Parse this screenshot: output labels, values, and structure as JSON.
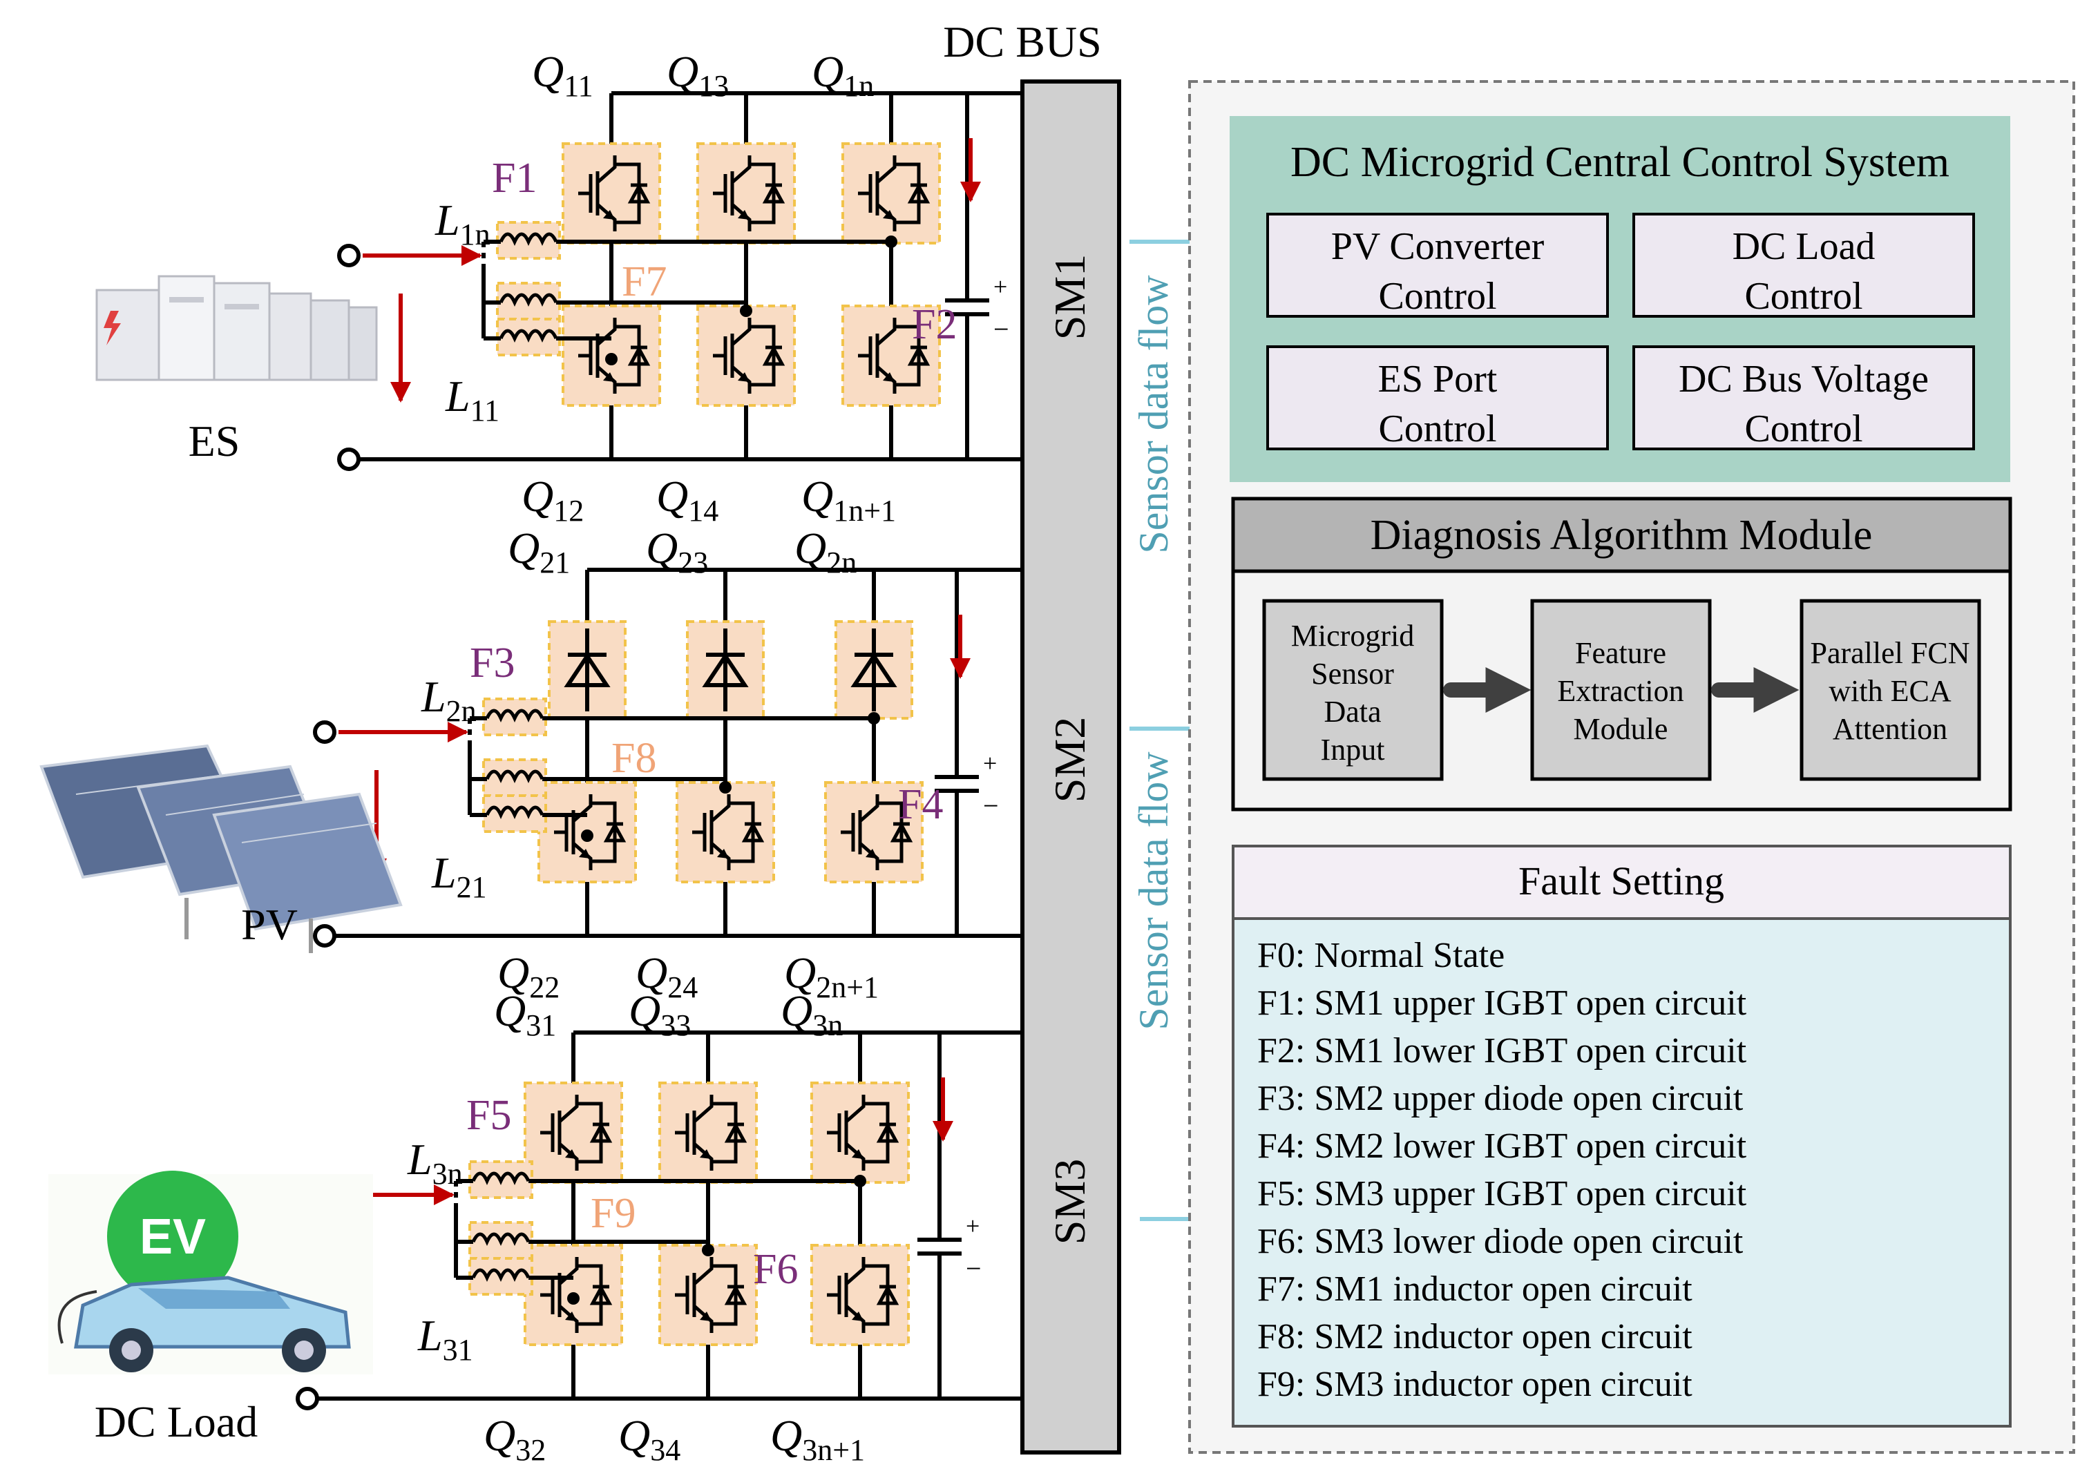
{
  "diagram": {
    "dc_bus_label": "DC BUS",
    "submodules": [
      "SM1",
      "SM2",
      "SM3"
    ],
    "sources": {
      "es": "ES",
      "pv": "PV",
      "load": "DC Load",
      "ev_badge": "EV"
    },
    "sensor_flow_label": "Sensor data flow",
    "switch_labels": {
      "sm1": {
        "q_top": [
          {
            "base": "Q",
            "sub": "11"
          },
          {
            "base": "Q",
            "sub": "13"
          },
          {
            "base": "Q",
            "sub": "1n"
          }
        ],
        "q_bot": [
          {
            "base": "Q",
            "sub": "12"
          },
          {
            "base": "Q",
            "sub": "14"
          },
          {
            "base": "Q",
            "sub": "1n+1"
          }
        ],
        "l_top": {
          "base": "L",
          "sub": "1n"
        },
        "l_bot": {
          "base": "L",
          "sub": "11"
        }
      },
      "sm2": {
        "q_top": [
          {
            "base": "Q",
            "sub": "21"
          },
          {
            "base": "Q",
            "sub": "23"
          },
          {
            "base": "Q",
            "sub": "2n"
          }
        ],
        "q_bot": [
          {
            "base": "Q",
            "sub": "22"
          },
          {
            "base": "Q",
            "sub": "24"
          },
          {
            "base": "Q",
            "sub": "2n+1"
          }
        ],
        "l_top": {
          "base": "L",
          "sub": "2n"
        },
        "l_bot": {
          "base": "L",
          "sub": "21"
        }
      },
      "sm3": {
        "q_top": [
          {
            "base": "Q",
            "sub": "31"
          },
          {
            "base": "Q",
            "sub": "33"
          },
          {
            "base": "Q",
            "sub": "3n"
          }
        ],
        "q_bot": [
          {
            "base": "Q",
            "sub": "32"
          },
          {
            "base": "Q",
            "sub": "34"
          },
          {
            "base": "Q",
            "sub": "3n+1"
          }
        ],
        "l_top": {
          "base": "L",
          "sub": "3n"
        },
        "l_bot": {
          "base": "L",
          "sub": "31"
        }
      }
    },
    "fault_markers": [
      "F1",
      "F2",
      "F3",
      "F4",
      "F5",
      "F6",
      "F7",
      "F8",
      "F9"
    ],
    "cap_plus": "+",
    "cap_minus": "−"
  },
  "control_system": {
    "title": "DC Microgrid Central Control System",
    "boxes": [
      [
        "PV Converter",
        "Control"
      ],
      [
        "DC Load",
        "Control"
      ],
      [
        "ES Port",
        "Control"
      ],
      [
        "DC Bus Voltage",
        "Control"
      ]
    ]
  },
  "diagnosis": {
    "title": "Diagnosis Algorithm Module",
    "steps": [
      [
        "Microgrid",
        "Sensor",
        "Data",
        "Input"
      ],
      [
        "Feature",
        "Extraction",
        "Module"
      ],
      [
        "Parallel FCN",
        "with ECA",
        "Attention"
      ]
    ]
  },
  "fault_setting": {
    "title": "Fault Setting",
    "items": [
      "F0: Normal State",
      "F1: SM1 upper IGBT open circuit",
      "F2: SM1 lower IGBT open circuit",
      "F3: SM2 upper diode open circuit",
      "F4: SM2 lower IGBT open circuit",
      "F5: SM3 upper IGBT open circuit",
      "F6: SM3 lower diode open circuit",
      "F7: SM1 inductor open circuit",
      "F8: SM2 inductor open circuit",
      "F9: SM3 inductor open circuit"
    ]
  },
  "colors": {
    "control_bg": "#a9d3c6",
    "control_box": "#ede8f1",
    "diag_header": "#b4b4b4",
    "diag_step": "#cfcfcf",
    "fault_bg": "#dff0f3",
    "fault_header": "#f3eef5",
    "flow_text": "#4f9fb3",
    "flow_arrow": "#8ccfe0",
    "red_arrow": "#c00000",
    "fault_label": "#7a2e79",
    "inductor_fault_label": "#f0a477",
    "bus_gray": "#d0d0d0",
    "device_box": "#f9dcc4"
  }
}
